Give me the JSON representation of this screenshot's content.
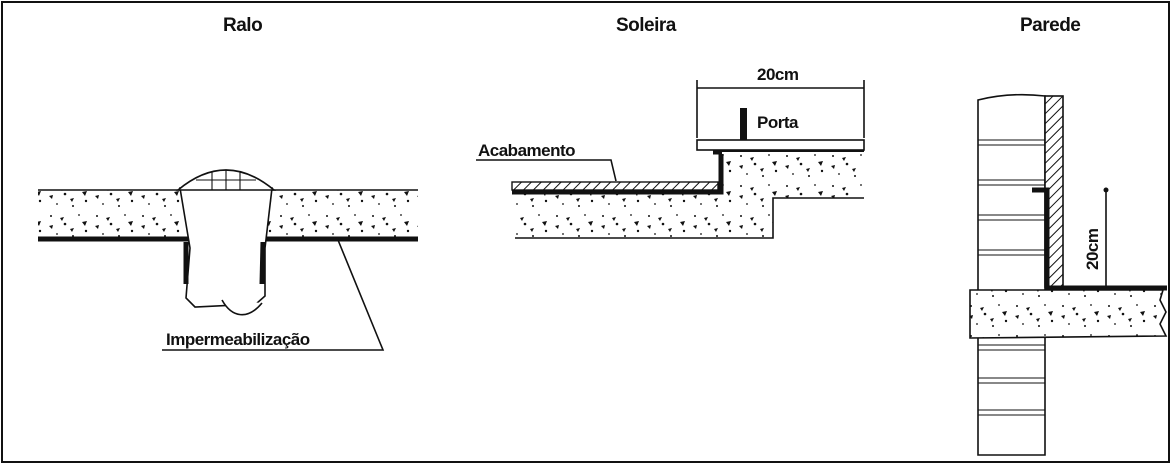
{
  "panels": {
    "ralo": {
      "title": "Ralo",
      "label": "Impermeabilização"
    },
    "soleira": {
      "title": "Soleira",
      "dimension": "20cm",
      "door_label": "Porta",
      "finish_label": "Acabamento"
    },
    "parede": {
      "title": "Parede",
      "dimension": "20cm"
    }
  }
}
